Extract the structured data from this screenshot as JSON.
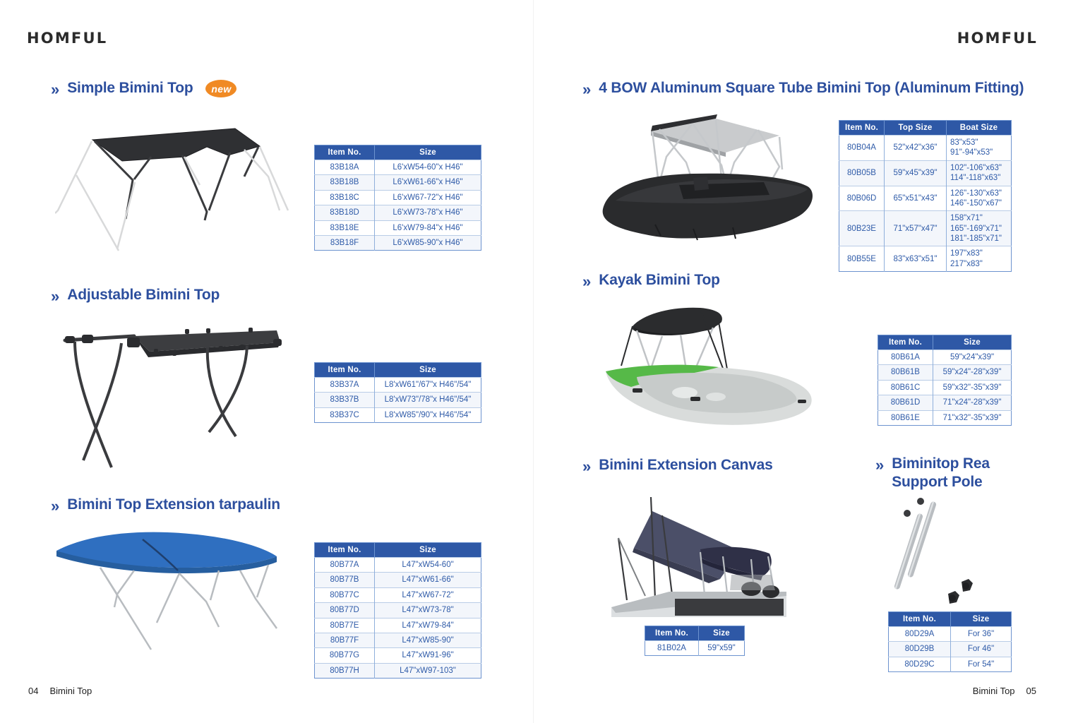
{
  "brand": {
    "logo_left": "HOMFUL",
    "logo_right": "HOMFUL"
  },
  "footer": {
    "left_page": "04",
    "left_label": "Bimini Top",
    "right_label": "Bimini Top",
    "right_page": "05"
  },
  "colors": {
    "heading_blue": "#2d4f9e",
    "table_header_blue": "#2e58a6",
    "table_text_blue": "#2f5ba8",
    "badge_orange": "#f08a24",
    "canopy_blue": "#2f6fc0",
    "canopy_black": "#2b2b2d",
    "canopy_gray": "#c9cbcd",
    "kayak_green": "#56b948"
  },
  "sections": [
    {
      "id": "simple-bimini-top",
      "chevron": "»",
      "title": "Simple Bimini Top",
      "badge": "new",
      "table": {
        "columns": [
          "Item No.",
          "Size"
        ],
        "rows": [
          [
            "83B18A",
            "L6'xW54-60\"x H46\""
          ],
          [
            "83B18B",
            "L6'xW61-66\"x H46\""
          ],
          [
            "83B18C",
            "L6'xW67-72\"x H46\""
          ],
          [
            "83B18D",
            "L6'xW73-78\"x H46\""
          ],
          [
            "83B18E",
            "L6'xW79-84\"x H46\""
          ],
          [
            "83B18F",
            "L6'xW85-90\"x H46\""
          ]
        ]
      }
    },
    {
      "id": "adjustable-bimini-top",
      "chevron": "»",
      "title": "Adjustable  Bimini Top",
      "table": {
        "columns": [
          "Item No.",
          "Size"
        ],
        "rows": [
          [
            "83B37A",
            "L8'xW61\"/67\"x H46\"/54\""
          ],
          [
            "83B37B",
            "L8'xW73\"/78\"x H46\"/54\""
          ],
          [
            "83B37C",
            "L8'xW85\"/90\"x H46\"/54\""
          ]
        ]
      }
    },
    {
      "id": "bimini-top-extension-tarpaulin",
      "chevron": "»",
      "title": "Bimini Top Extension tarpaulin",
      "table": {
        "columns": [
          "Item No.",
          "Size"
        ],
        "rows": [
          [
            "80B77A",
            "L47\"xW54-60\""
          ],
          [
            "80B77B",
            "L47\"xW61-66\""
          ],
          [
            "80B77C",
            "L47\"xW67-72\""
          ],
          [
            "80B77D",
            "L47\"xW73-78\""
          ],
          [
            "80B77E",
            "L47\"xW79-84\""
          ],
          [
            "80B77F",
            "L47\"xW85-90\""
          ],
          [
            "80B77G",
            "L47\"xW91-96\""
          ],
          [
            "80B77H",
            "L47\"xW97-103\""
          ]
        ]
      }
    },
    {
      "id": "4-bow-aluminum-square-tube-bimini-top",
      "chevron": "»",
      "title": "4 BOW Aluminum Square Tube Bimini Top (Aluminum Fitting)",
      "table": {
        "columns": [
          "Item No.",
          "Top Size",
          "Boat Size"
        ],
        "rows": [
          [
            "80B04A",
            "52\"x42\"x36\"",
            "83\"x53\"\n91\"-94\"x53\""
          ],
          [
            "80B05B",
            "59\"x45\"x39\"",
            "102\"-106\"x63\"\n114\"-118\"x63\""
          ],
          [
            "80B06D",
            "65\"x51\"x43\"",
            "126\"-130\"x63\"\n146\"-150\"x67\""
          ],
          [
            "80B23E",
            "71\"x57\"x47\"",
            "158\"x71\"\n165\"-169\"x71\"\n181\"-185\"x71\""
          ],
          [
            "80B55E",
            "83\"x63\"x51\"",
            "197\"x83\"\n217\"x83\""
          ]
        ]
      }
    },
    {
      "id": "kayak-bimini-top",
      "chevron": "»",
      "title": "Kayak Bimini Top",
      "table": {
        "columns": [
          "Item No.",
          "Size"
        ],
        "rows": [
          [
            "80B61A",
            "59\"x24\"x39\""
          ],
          [
            "80B61B",
            "59\"x24\"-28\"x39\""
          ],
          [
            "80B61C",
            "59\"x32\"-35\"x39\""
          ],
          [
            "80B61D",
            "71\"x24\"-28\"x39\""
          ],
          [
            "80B61E",
            "71\"x32\"-35\"x39\""
          ]
        ]
      }
    },
    {
      "id": "bimini-extension-canvas",
      "chevron": "»",
      "title": "Bimini Extension Canvas",
      "table": {
        "columns": [
          "Item No.",
          "Size"
        ],
        "rows": [
          [
            "81B02A",
            "59\"x59\""
          ]
        ]
      }
    },
    {
      "id": "biminitop-rea-support-pole",
      "chevron": "»",
      "title": "Biminitop Rea\nSupport Pole",
      "table": {
        "columns": [
          "Item No.",
          "Size"
        ],
        "rows": [
          [
            "80D29A",
            "For 36\""
          ],
          [
            "80D29B",
            "For 46\""
          ],
          [
            "80D29C",
            "For 54\""
          ]
        ]
      }
    }
  ]
}
